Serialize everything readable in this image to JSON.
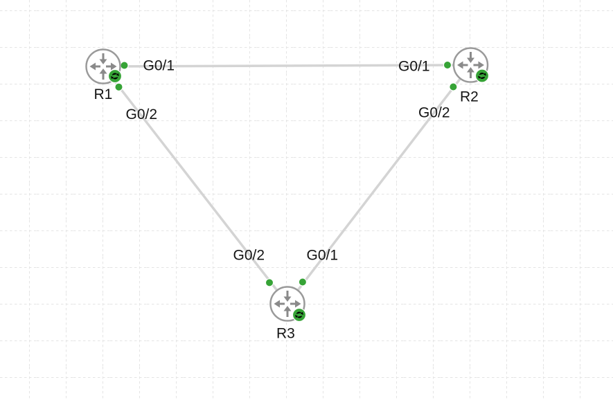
{
  "canvas": {
    "background_color": "#ffffff",
    "grid_line_color": "#e4e4e4",
    "link_color": "#d4d4d4",
    "router_icon_color": "#9a9a9a",
    "router_arrow_color": "#8a8a8a",
    "status_color": "#36a336",
    "label_color": "#141414"
  },
  "nodes": [
    {
      "label": "R1",
      "type": "router",
      "status": "running"
    },
    {
      "label": "R2",
      "type": "router",
      "status": "running"
    },
    {
      "label": "R3",
      "type": "router",
      "status": "running"
    }
  ],
  "links": [
    {
      "from": "R1",
      "from_port": "G0/1",
      "to": "R2",
      "to_port": "G0/1"
    },
    {
      "from": "R1",
      "from_port": "G0/2",
      "to": "R3",
      "to_port": "G0/2"
    },
    {
      "from": "R2",
      "from_port": "G0/2",
      "to": "R3",
      "to_port": "G0/1"
    }
  ]
}
